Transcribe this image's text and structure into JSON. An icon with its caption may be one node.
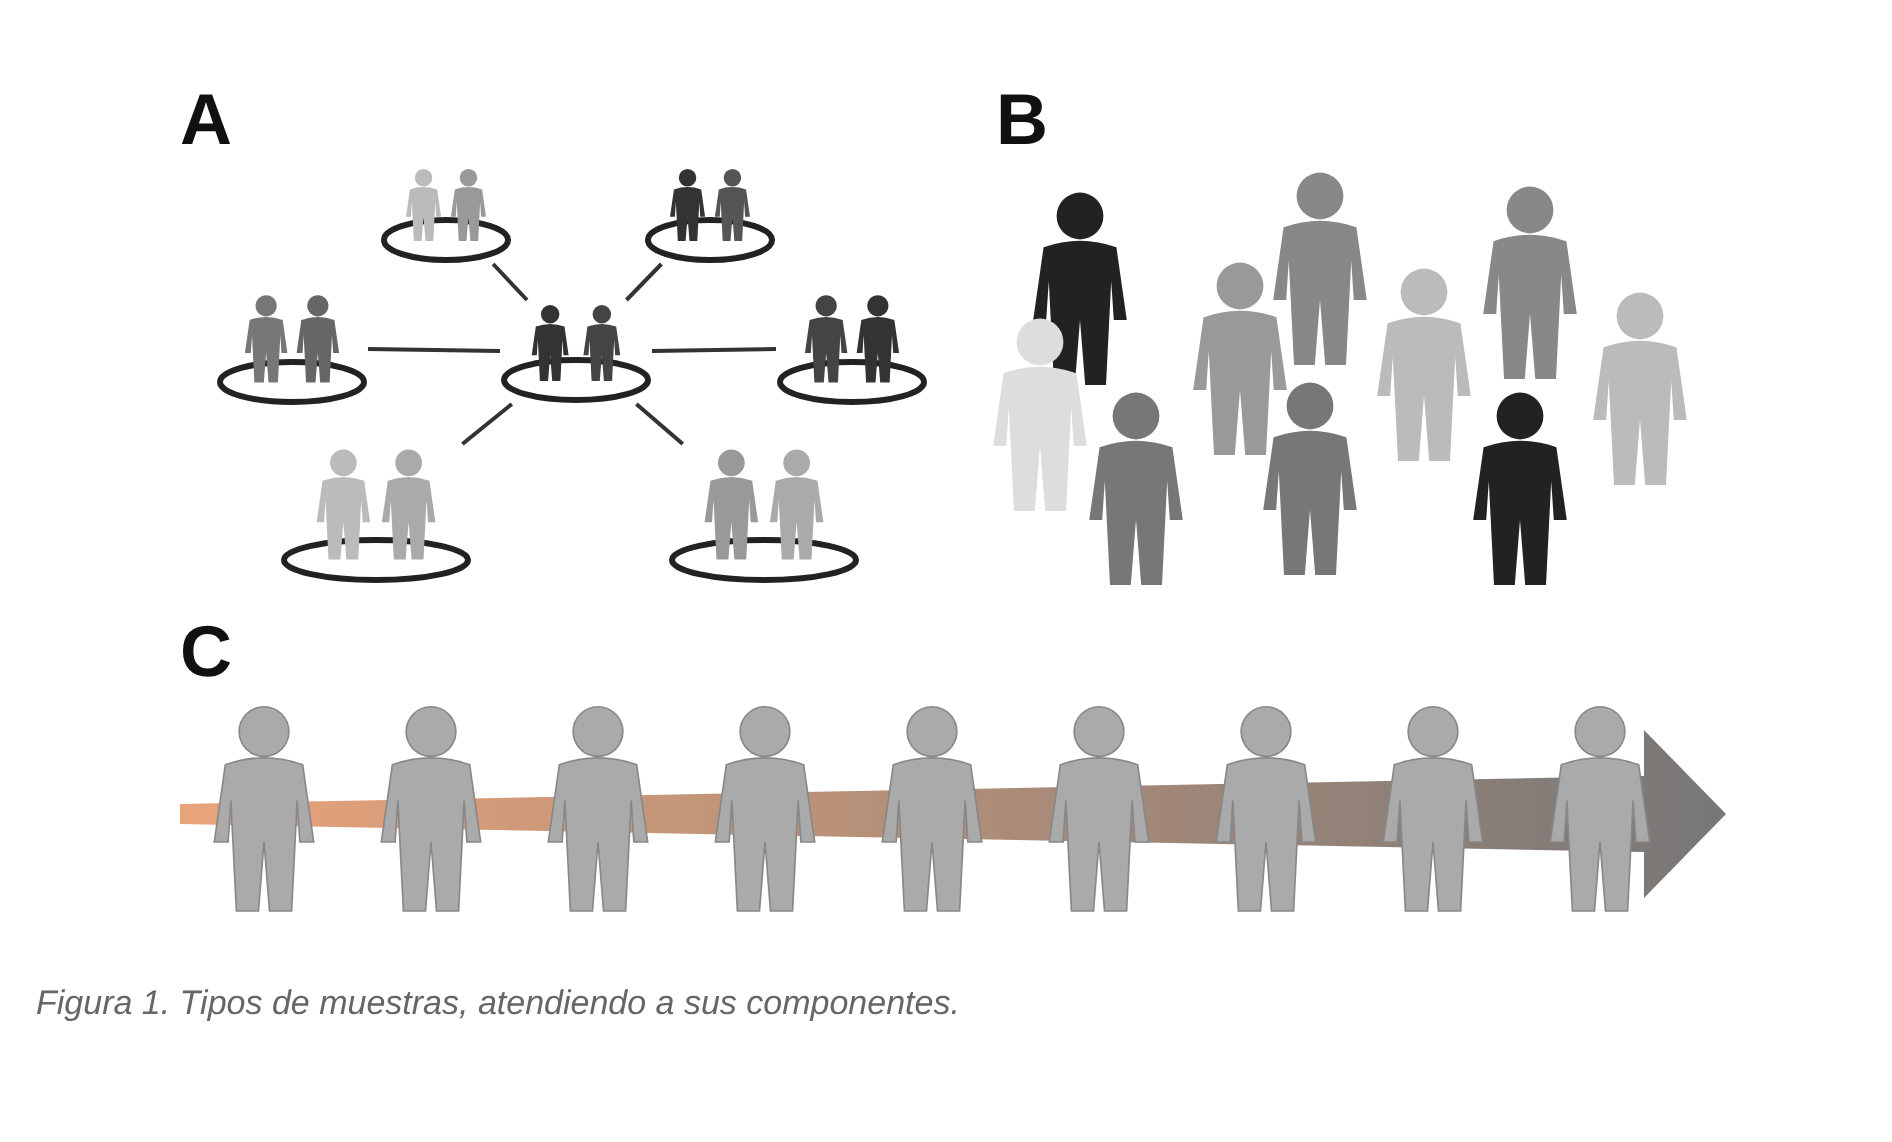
{
  "diagram": {
    "caption": "Figura 1. Tipos de muestras, atendiendo a sus componentes.",
    "nodes": [
      {
        "text": [],
        "shape": "picture"
      },
      {
        "text": [],
        "shape": "picture"
      },
      {
        "text": [],
        "shape": "picture"
      },
      {
        "text": [],
        "shape": "picture"
      },
      {
        "text": [],
        "shape": "picture"
      },
      {
        "text": [],
        "shape": "picture"
      },
      {
        "text": [],
        "shape": "picture"
      }
    ],
    "edges": [
      {
        "from": 3,
        "to": 0,
        "arrow": "none"
      },
      {
        "from": 3,
        "to": 1,
        "arrow": "none"
      },
      {
        "from": 3,
        "to": 2,
        "arrow": "none"
      },
      {
        "from": 3,
        "to": 4,
        "arrow": "none"
      },
      {
        "from": 3,
        "to": 5,
        "arrow": "none"
      },
      {
        "from": 3,
        "to": 6,
        "arrow": "none"
      }
    ],
    "labels": [
      "A",
      "B",
      "C"
    ]
  }
}
